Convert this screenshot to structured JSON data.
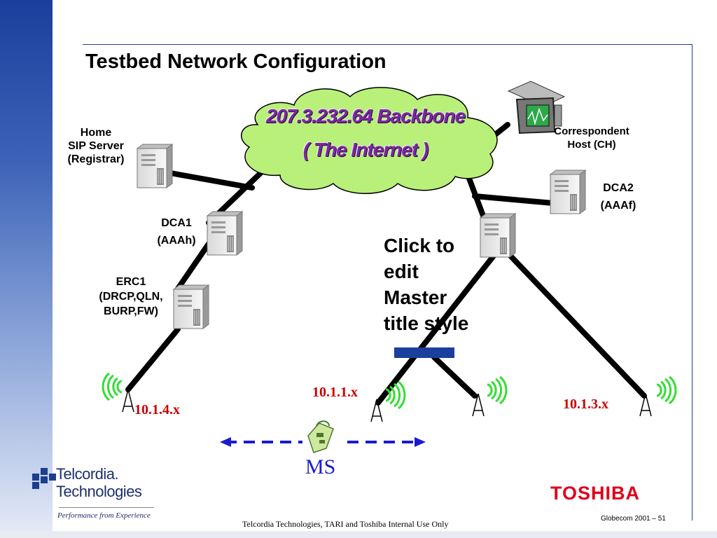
{
  "title": "Testbed Network Configuration",
  "cloud": {
    "line1": "207.3.232.64 Backbone",
    "line2": "( The Internet )"
  },
  "nodes": {
    "home": {
      "line1": "Home",
      "line2": "SIP Server",
      "line3": "(Registrar)"
    },
    "dca1": {
      "line1": "DCA1",
      "line2": "(AAAh)"
    },
    "erc1": {
      "line1": "ERC1",
      "line2": "(DRCP,QLN,",
      "line3": "BURP,FW)"
    },
    "ch": {
      "line1": "Correspondent",
      "line2": "Host (CH)"
    },
    "dca2": {
      "line1": "DCA2",
      "line2": "(AAAf)"
    }
  },
  "subnets": {
    "left": "10.1.4.x",
    "middle": "10.1.1.x",
    "right": "10.1.3.x"
  },
  "placeholder": "Click to edit Master title style",
  "mobile": "MS",
  "logo": {
    "name_line1": "Telcordia.",
    "name_line2": "Technologies",
    "tagline": "Performance from Experience"
  },
  "brand": "TOSHIBA",
  "footer": "Telcordia Technologies, TARI and Toshiba  Internal Use Only",
  "page_number": "Globecom 2001 – 51",
  "colors": {
    "accent_blue": "#1a3f9c",
    "subnet_red": "#cc0000",
    "cloud_green": "#b8f07a",
    "antenna_green": "#33dd33",
    "toshiba_red": "#e0001b"
  }
}
